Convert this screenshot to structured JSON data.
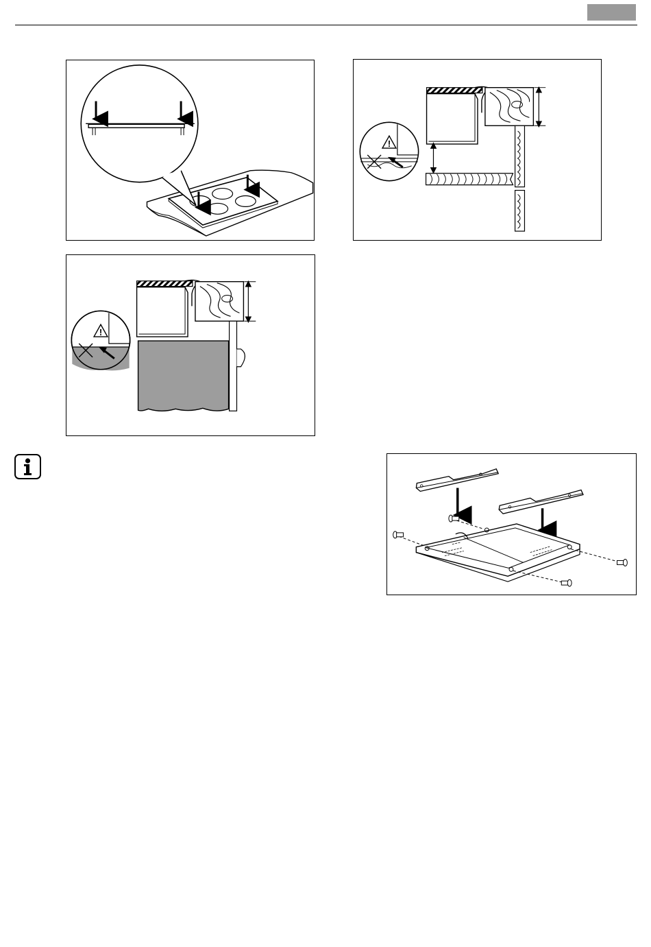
{
  "page": {
    "header_tab_text": "",
    "figures": [
      {
        "id": "hob-placement",
        "icon": "hob-on-worktop-illustration"
      },
      {
        "id": "section-a",
        "icon": "worktop-cross-section-with-shelf-illustration"
      },
      {
        "id": "section-b",
        "icon": "worktop-cross-section-with-oven-illustration"
      },
      {
        "id": "frame-assembly",
        "icon": "mounting-frame-assembly-illustration"
      }
    ],
    "info_icon": "info-icon",
    "colors": {
      "header_tab": "#9a9a9a",
      "line": "#000000",
      "fill_grey": "#9d9d9d"
    }
  }
}
